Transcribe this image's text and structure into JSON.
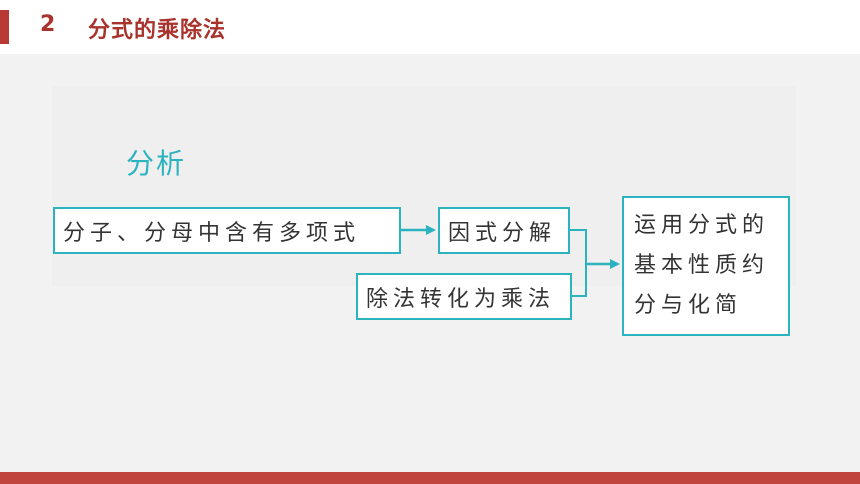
{
  "header": {
    "number": "2",
    "title": "分式的乘除法",
    "accent_color": "#b93a35"
  },
  "section_title": "分析",
  "flow": {
    "step1": "分子、分母中含有多项式",
    "step2": "因式分解",
    "step3": "除法转化为乘法",
    "result": "运用分式的基本性质约分与化简"
  },
  "colors": {
    "box_border": "#2bb3c0",
    "arrow": "#2bb3c0",
    "footer": "#c0453f"
  }
}
